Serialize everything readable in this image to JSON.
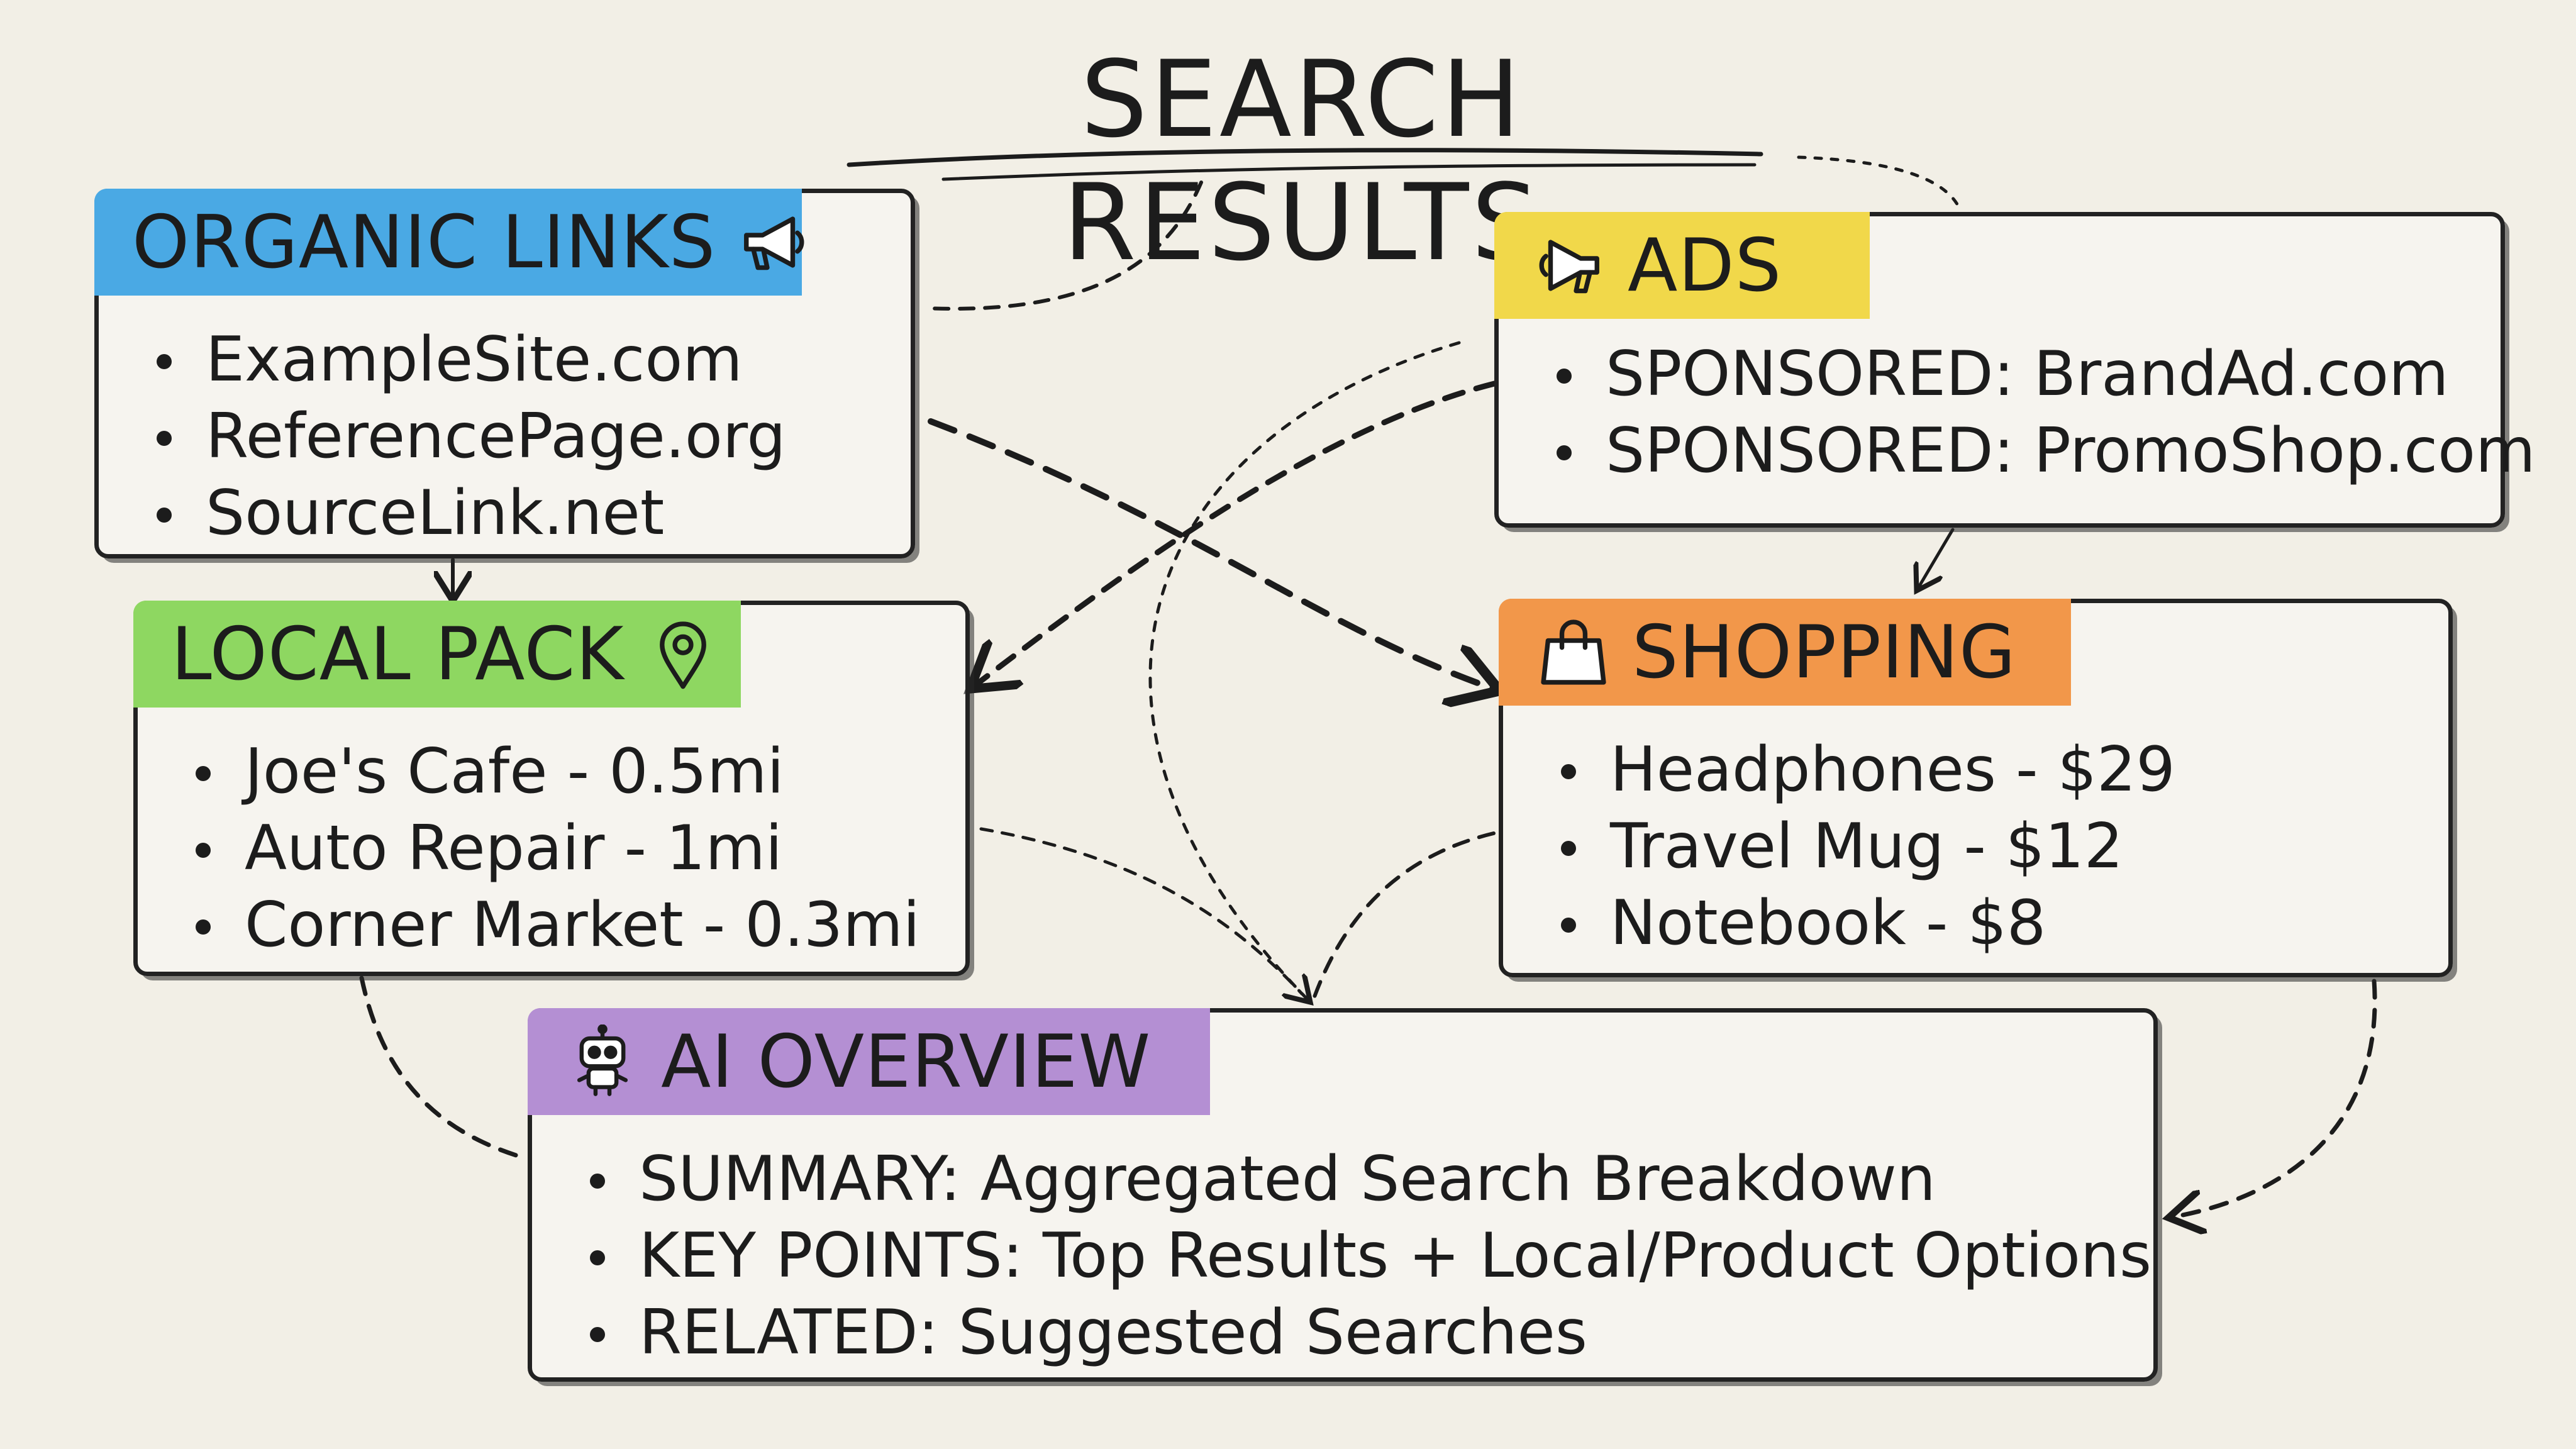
{
  "title": "SEARCH RESULTS",
  "colors": {
    "organic": "#4aa9e4",
    "ads": "#f1d84a",
    "local": "#8ed761",
    "shopping": "#f2974a",
    "ai": "#b48fd3",
    "ink": "#1c1c1c",
    "paper": "#f2efe6"
  },
  "cards": {
    "organic": {
      "title": "ORGANIC LINKS",
      "icon": "megaphone-icon",
      "items": [
        "ExampleSite.com",
        "ReferencePage.org",
        "SourceLink.net"
      ]
    },
    "ads": {
      "title": "ADS",
      "icon": "megaphone-icon",
      "items": [
        "SPONSORED: BrandAd.com",
        "SPONSORED: PromoShop.com"
      ]
    },
    "local": {
      "title": "LOCAL PACK",
      "icon": "map-pin-icon",
      "items": [
        "Joe's Cafe - 0.5mi",
        "Auto Repair - 1mi",
        "Corner Market - 0.3mi"
      ]
    },
    "shopping": {
      "title": "SHOPPING",
      "icon": "shopping-bag-icon",
      "items": [
        "Headphones - $29",
        "Travel Mug - $12",
        "Notebook - $8"
      ]
    },
    "ai": {
      "title": "AI OVERVIEW",
      "icon": "robot-icon",
      "items": [
        "SUMMARY: Aggregated Search Breakdown",
        "KEY POINTS: Top Results + Local/Product Options",
        "RELATED: Suggested Searches"
      ]
    }
  }
}
